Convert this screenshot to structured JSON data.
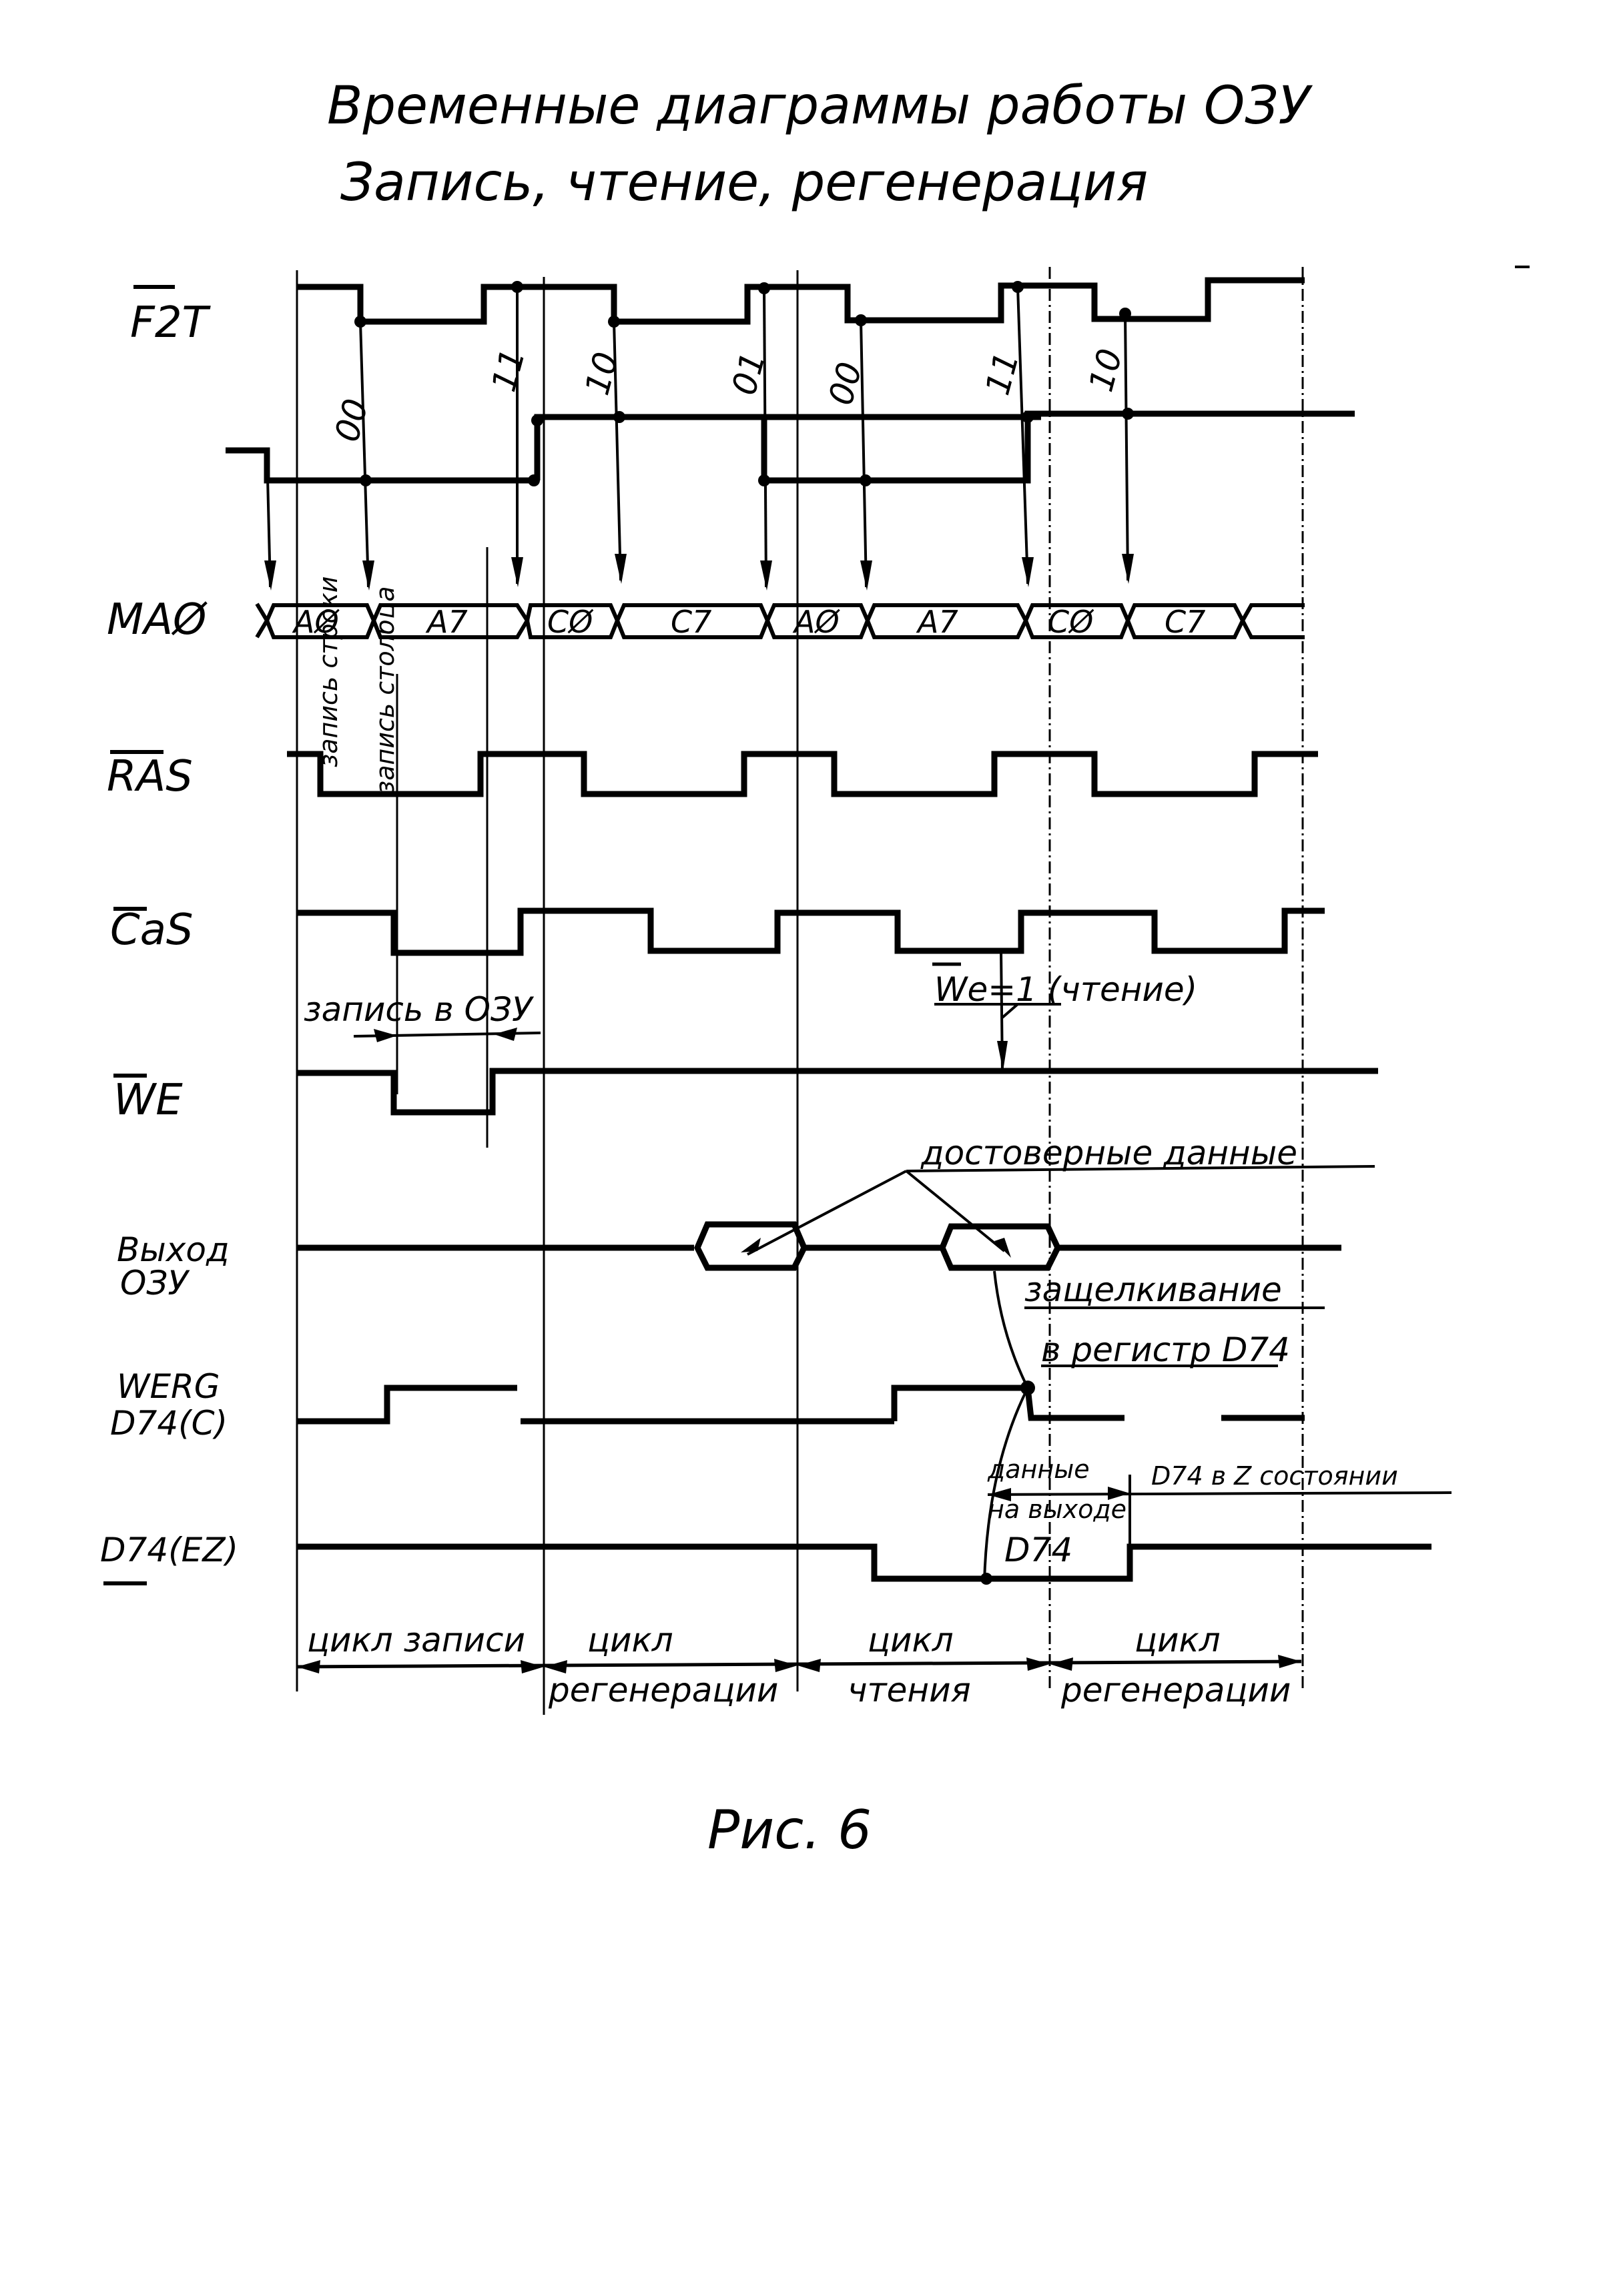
{
  "title": {
    "line1": "Временные диаграммы работы ОЗУ",
    "line2": "Запись, чтение, регенерация"
  },
  "signals": {
    "f2t": "F2T",
    "ma0": "MAØ",
    "ras": "RAS",
    "cas": "CaS",
    "we": "WE",
    "ram_out_1": "Выход",
    "ram_out_2": "ОЗУ",
    "werg_1": "WERG",
    "werg_2": "D74(C)",
    "d74ez": "D74(EZ)"
  },
  "address_codes": [
    "00",
    "11",
    "10",
    "01",
    "00",
    "11",
    "10"
  ],
  "bus_segments": [
    "AØ",
    "A7",
    "CØ",
    "C7",
    "AØ",
    "A7",
    "CØ",
    "C7"
  ],
  "annotations": {
    "row_write": "запись строки",
    "col_write": "запись столбца",
    "write_to_ram": "запись в ОЗУ",
    "we_read": "We=1 (чтение)",
    "valid_data": "достоверные данные",
    "latch_1": "защелкивание",
    "latch_2": "в регистр D74",
    "data_out_1": "данные",
    "data_out_2": "на выходе",
    "data_out_3": "D74",
    "d74_z": "D74 в Z состоянии"
  },
  "cycles": [
    {
      "line1": "цикл записи",
      "line2": ""
    },
    {
      "line1": "цикл",
      "line2": "регенерации"
    },
    {
      "line1": "цикл",
      "line2": "чтения"
    },
    {
      "line1": "цикл",
      "line2": "регенерации"
    }
  ],
  "caption": "Рис. 6"
}
